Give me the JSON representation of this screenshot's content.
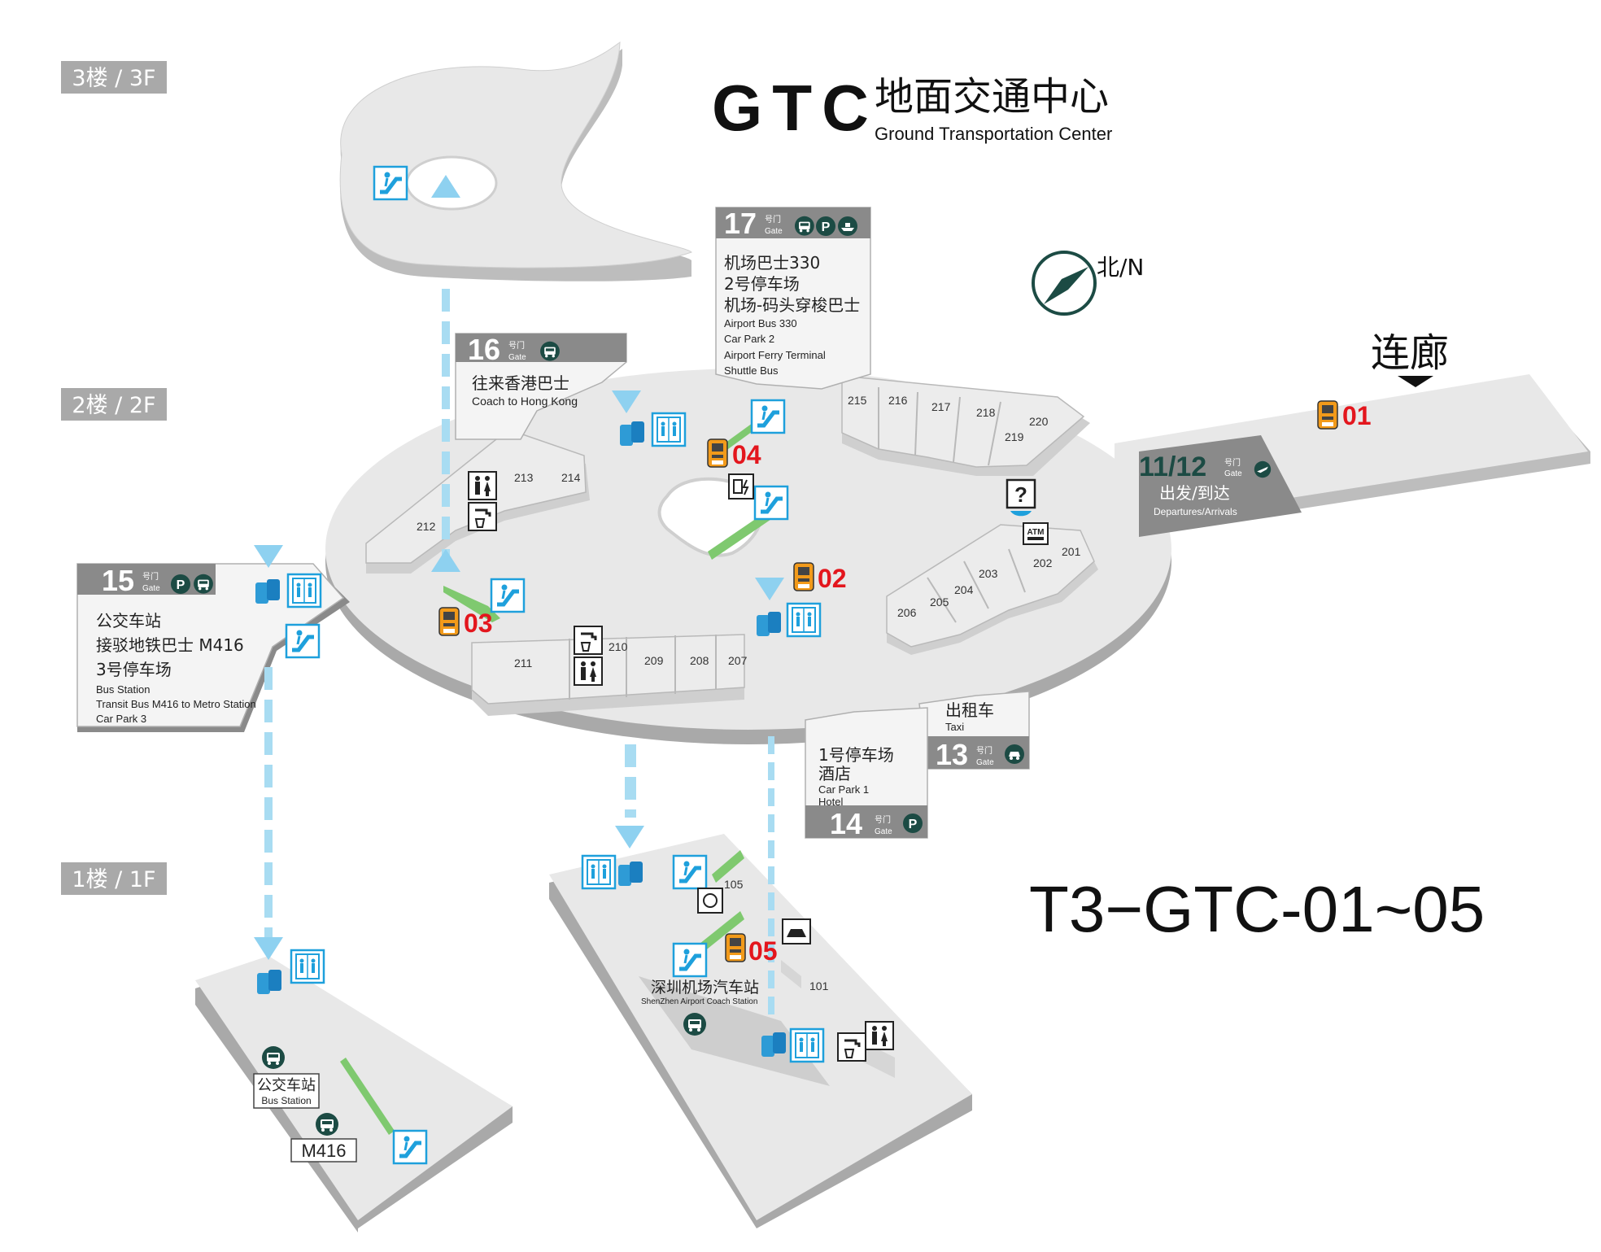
{
  "title": {
    "logo": "GTC",
    "zh": "地面交通中心",
    "en": "Ground Transportation Center"
  },
  "code": "T3−GTC-01~05",
  "compass": {
    "label": "北/N"
  },
  "corridor": {
    "label": "连廊"
  },
  "floors": {
    "f3": "3楼 / 3F",
    "f2": "2楼 / 2F",
    "f1": "1楼 / 1F"
  },
  "gate_word": {
    "zh": "号门",
    "en": "Gate"
  },
  "gates": {
    "g17": {
      "num": "17",
      "lines": [
        "机场巴士330",
        "2号停车场",
        "机场-码头穿梭巴士"
      ],
      "en": [
        "Airport Bus 330",
        "Car Park 2",
        "Airport Ferry Terminal",
        "Shuttle Bus"
      ]
    },
    "g16": {
      "num": "16",
      "zh": "往来香港巴士",
      "en": "Coach to Hong Kong"
    },
    "g15": {
      "num": "15",
      "lines": [
        "公交车站",
        "接驳地铁巴士 M416",
        "3号停车场"
      ],
      "en": [
        "Bus Station",
        "Transit Bus  M416 to Metro Station",
        "Car Park 3"
      ]
    },
    "g1112": {
      "num": "11/12",
      "zh": "出发/到达",
      "en": "Departures/Arrivals"
    },
    "g13": {
      "num": "13",
      "zh": "出租车",
      "en": "Taxi"
    },
    "g14": {
      "num": "14",
      "zh1": "1号停车场",
      "zh2": "酒店",
      "en1": "Car Park 1",
      "en2": "Hotel"
    }
  },
  "rooms": [
    "215",
    "216",
    "217",
    "218",
    "219",
    "220",
    "213",
    "214",
    "212",
    "211",
    "210",
    "209",
    "208",
    "207",
    "201",
    "202",
    "203",
    "204",
    "205",
    "206",
    "105",
    "101"
  ],
  "ticket_machines": [
    "01",
    "02",
    "03",
    "04",
    "05"
  ],
  "f1": {
    "bus_station": {
      "zh": "公交车站",
      "en": "Bus Station"
    },
    "m416": "M416",
    "coach_station": {
      "zh": "深圳机场汽车站",
      "en": "ShenZhen Airport Coach Station"
    }
  },
  "atm_label": "ATM",
  "help_label": "?",
  "icons": [
    "escalator-icon",
    "elevator-icon",
    "restroom-icon",
    "water-icon",
    "bus-icon",
    "parking-icon",
    "ferry-icon",
    "taxi-icon",
    "plane-icon",
    "ticket-machine-icon",
    "info-icon",
    "atm-icon",
    "charging-icon",
    "luggage-icon"
  ],
  "colors": {
    "floor": "#e6e6e6",
    "floor_edge": "#a6a6a6",
    "accent_blue": "#1ea0dc",
    "route": "#a8dcf2",
    "ticket_red": "#e3161d",
    "escalator_green": "#56b947",
    "dark": "#3a3a3a"
  }
}
